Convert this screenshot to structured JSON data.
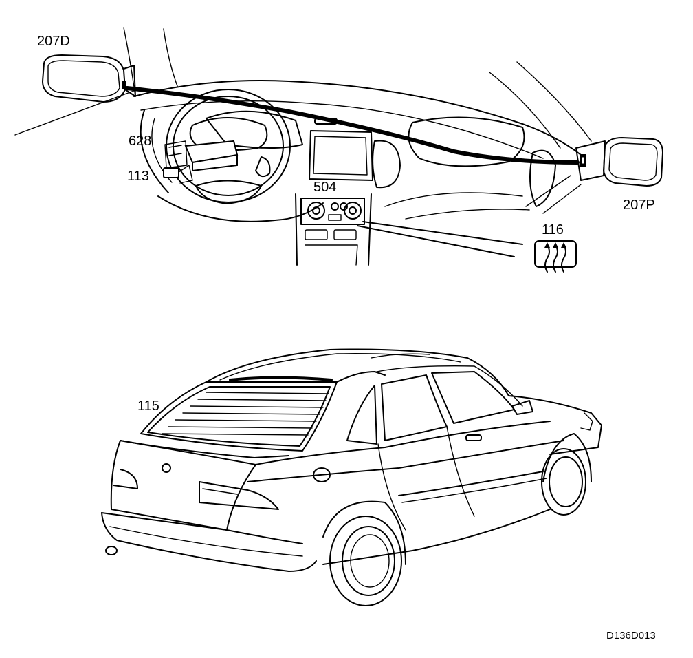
{
  "callouts": {
    "mirror_driver": "207D",
    "mirror_passenger": "207P",
    "relay": "628",
    "fuse": "113",
    "climate_panel": "504",
    "switch": "116",
    "rear_window": "115"
  },
  "figure_code": "D136D013",
  "colors": {
    "ink": "#000000",
    "paper": "#ffffff"
  }
}
